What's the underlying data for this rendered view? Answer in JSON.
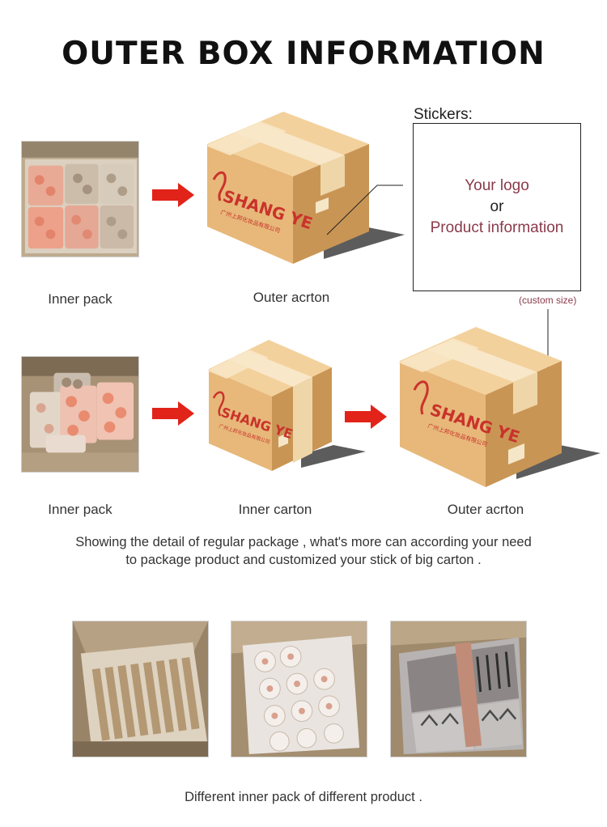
{
  "title": "OUTER BOX INFORMATION",
  "row1": {
    "caption_inner_pack": "Inner pack",
    "caption_outer_carton": "Outer acrton"
  },
  "stickers": {
    "label": "Stickers:",
    "line1": "Your logo",
    "line2": "or",
    "line3": "Product information",
    "custom_size": "(custom size)"
  },
  "row2": {
    "caption_inner_pack": "Inner pack",
    "caption_inner_carton": "Inner carton",
    "caption_outer_carton": "Outer acrton"
  },
  "box_brand": {
    "name": "SHANG YE",
    "chinese": "广州上邦化妆品有限公司"
  },
  "description_line1": "Showing the detail of regular package , what's more can according your need",
  "description_line2": "to package product and customized your stick of big carton .",
  "footer": "Different inner pack of different product .",
  "colors": {
    "arrow": "#e2231a",
    "carton_front": "#e7b87a",
    "carton_top": "#f3d19c",
    "carton_side": "#c99555",
    "brand_red": "#c9332b",
    "sticker_text": "#8b3a4a"
  }
}
